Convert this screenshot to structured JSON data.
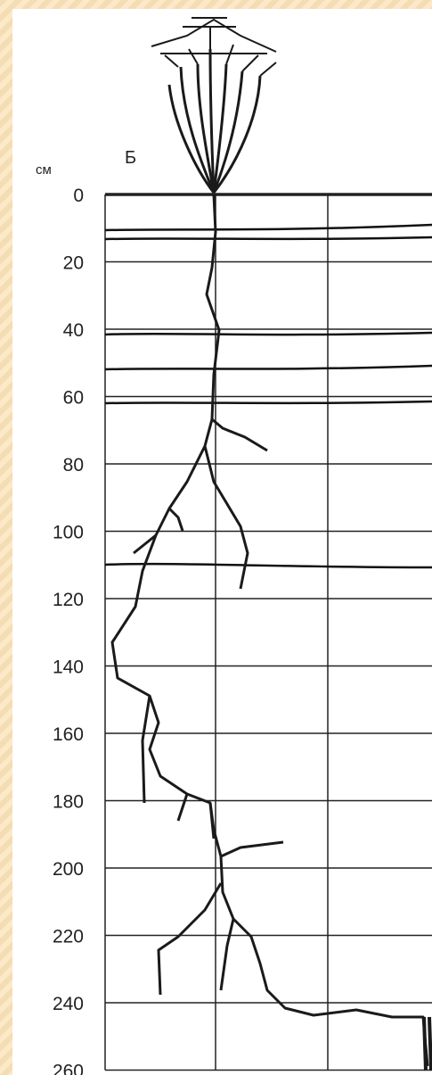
{
  "panel_label": "Б",
  "unit_label": "см",
  "depth_ticks": [
    "0",
    "20",
    "40",
    "60",
    "80",
    "100",
    "120",
    "140",
    "160",
    "180",
    "200",
    "220",
    "240",
    "260"
  ],
  "colors": {
    "ink": "#222222",
    "frame": "#f4dcb3"
  }
}
